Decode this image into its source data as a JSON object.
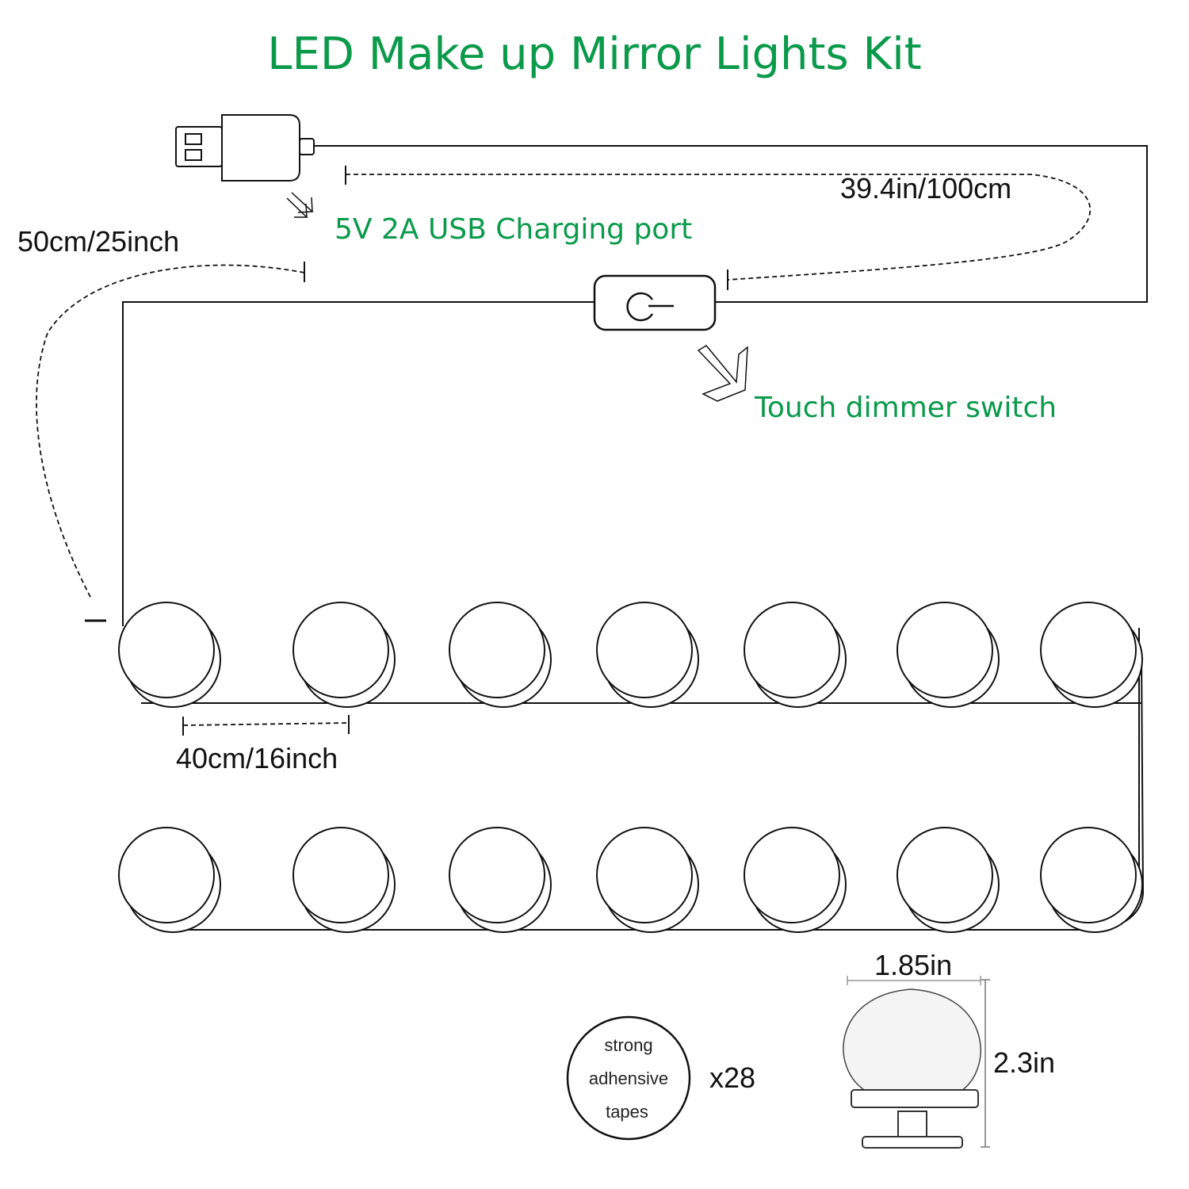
{
  "title": "LED Make up Mirror Lights Kit",
  "labels": {
    "usb_port": "5V 2A USB Charging port",
    "dimmer": "Touch dimmer switch",
    "cable_top": "39.4in/100cm",
    "cable_left": "50cm/25inch",
    "bulb_spacing": "40cm/16inch",
    "bulb_width": "1.85in",
    "bulb_height": "2.3in",
    "tape_count": "x28"
  },
  "tape": {
    "line1": "strong",
    "line2": "adhensive",
    "line3": "tapes"
  },
  "bulb_rows": 2,
  "bulbs_per_row": 7,
  "colors": {
    "accent": "#0a9a4a",
    "line": "#111111"
  },
  "icons": [
    "usb-plug-icon",
    "power-button-icon",
    "arrow-icon",
    "bulb-icon"
  ]
}
